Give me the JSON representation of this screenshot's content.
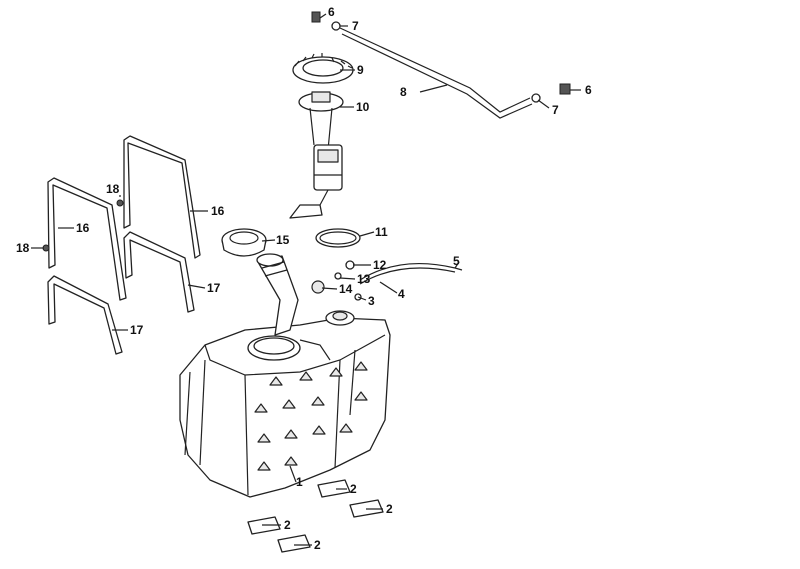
{
  "callouts": {
    "c1": "1",
    "c2a": "2",
    "c2b": "2",
    "c2c": "2",
    "c2d": "2",
    "c3": "3",
    "c4": "4",
    "c5": "5",
    "c6a": "6",
    "c6b": "6",
    "c7a": "7",
    "c7b": "7",
    "c8": "8",
    "c9": "9",
    "c10": "10",
    "c11": "11",
    "c12": "12",
    "c13": "13",
    "c14": "14",
    "c15": "15",
    "c16a": "16",
    "c16b": "16",
    "c17a": "17",
    "c17b": "17",
    "c18a": "18",
    "c18b": "18"
  },
  "colors": {
    "line": "#222222",
    "background": "#ffffff",
    "shade": "#e8e8e8"
  }
}
